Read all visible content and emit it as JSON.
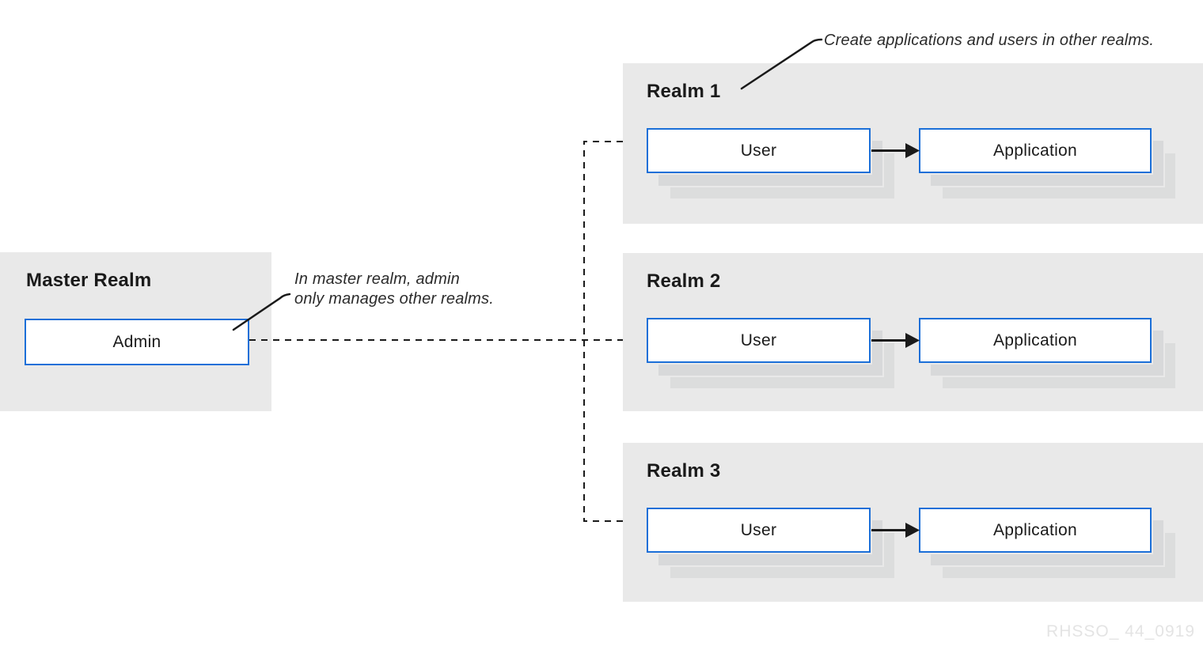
{
  "colors": {
    "panel_bg": "#e9e9e9",
    "accent": "#1b6fd8",
    "shadow1": "#d8d9da",
    "shadow2": "#dcdddd",
    "ink": "#1a1a1a",
    "note": "#2b2b2b",
    "watermark": "#e4e4e4"
  },
  "master": {
    "title": "Master Realm",
    "box_label": "Admin"
  },
  "realms": [
    {
      "title": "Realm 1",
      "user_label": "User",
      "app_label": "Application"
    },
    {
      "title": "Realm 2",
      "user_label": "User",
      "app_label": "Application"
    },
    {
      "title": "Realm 3",
      "user_label": "User",
      "app_label": "Application"
    }
  ],
  "annotations": {
    "realms_note": "Create applications and users in other realms.",
    "master_note": "In master realm, admin\nonly manages other realms."
  },
  "watermark": "RHSSO_ 44_0919"
}
